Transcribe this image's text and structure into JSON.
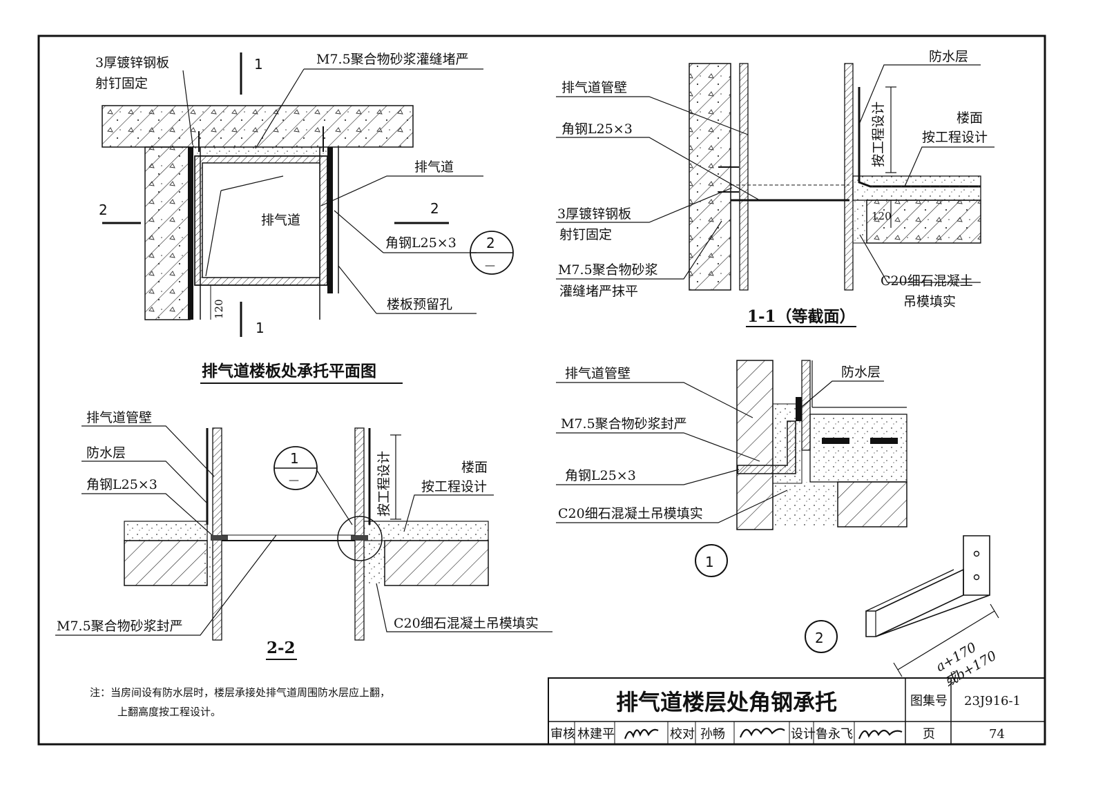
{
  "plan": {
    "title": "排气道楼板处承托平面图",
    "labels": {
      "steel_plate_1": "3厚镀锌钢板",
      "steel_plate_2": "射钉固定",
      "mortar": "M7.5聚合物砂浆灌缝堵严",
      "duct_callout": "排气道",
      "duct_inner": "排气道",
      "angle": "角钢L25×3",
      "slab_hole": "楼板预留孔",
      "dim_120": "120"
    },
    "section_marks": {
      "s1_top": "1",
      "s1_bottom": "1",
      "s2_left": "2",
      "s2_right": "2"
    },
    "ref_bubble": {
      "top": "2",
      "bottom": "—"
    }
  },
  "section_1_1": {
    "title": "1-1（等截面）",
    "labels": {
      "duct_wall": "排气道管壁",
      "angle": "角钢L25×3",
      "plate_1": "3厚镀锌钢板",
      "plate_2": "射钉固定",
      "mortar_1": "M7.5聚合物砂浆",
      "mortar_2": "灌缝堵严抹平",
      "waterproof": "防水层",
      "floor_1": "楼面",
      "floor_2": "按工程设计",
      "vertical_dim": "按工程设计",
      "dim_120": "120",
      "concrete_1": "C20细石混凝土",
      "concrete_2": "吊模填实"
    }
  },
  "detail_1": {
    "number": "1",
    "labels": {
      "duct_wall": "排气道管壁",
      "waterproof": "防水层",
      "mortar": "M7.5聚合物砂浆封严",
      "angle": "角钢L25×3",
      "concrete": "C20细石混凝土吊模填实"
    }
  },
  "detail_2": {
    "number": "2",
    "dim_1": "a+170",
    "dim_2": "或b+170"
  },
  "section_2_2": {
    "title": "2-2",
    "labels": {
      "duct_wall": "排气道管壁",
      "waterproof": "防水层",
      "angle": "角钢L25×3",
      "floor_1": "楼面",
      "floor_2": "按工程设计",
      "vertical_dim": "按工程设计",
      "mortar": "M7.5聚合物砂浆封严",
      "concrete": "C20细石混凝土吊模填实"
    },
    "ref_bubble": {
      "top": "1",
      "bottom": "—"
    }
  },
  "note": {
    "line1": "注：当房间设有防水层时，楼层承接处排气道周围防水层应上翻，",
    "line2": "上翻高度按工程设计。"
  },
  "title_block": {
    "drawing_title": "排气道楼层处角钢承托",
    "atlas_label": "图集号",
    "atlas_no": "23J916-1",
    "review_label": "审核",
    "reviewer": "林建平",
    "check_label": "校对",
    "checker": "孙畅",
    "design_label": "设计",
    "designer": "鲁永飞",
    "page_label": "页",
    "page_no": "74"
  }
}
